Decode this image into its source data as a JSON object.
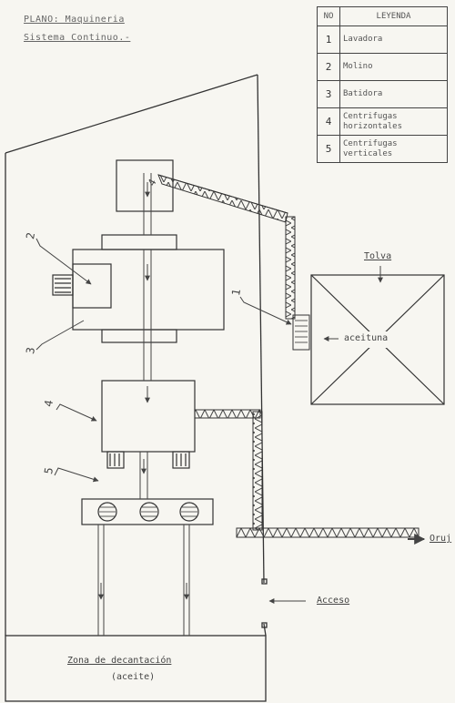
{
  "title": {
    "line1": "PLANO: Maquineria",
    "line2": "Sistema Continuo.-"
  },
  "legend": {
    "header_no": "NO",
    "header_name": "LEYENDA",
    "items": [
      {
        "num": "1",
        "name": "Lavadora"
      },
      {
        "num": "2",
        "name": "Molino"
      },
      {
        "num": "3",
        "name": "Batidora"
      },
      {
        "num": "4",
        "name": "Centrifugas horizontales"
      },
      {
        "num": "5",
        "name": "Centrifugas verticales"
      }
    ]
  },
  "labels": {
    "tolva": "Tolva",
    "aceituna": "aceituna",
    "acceso": "Acceso",
    "orujo": "Oruj",
    "zona_line1": "Zona de decantación",
    "zona_line2": "(aceite)",
    "callout_1": "1",
    "callout_2": "2",
    "callout_3": "3",
    "callout_4": "4",
    "callout_5": "5",
    "conveyor_num": "4"
  }
}
